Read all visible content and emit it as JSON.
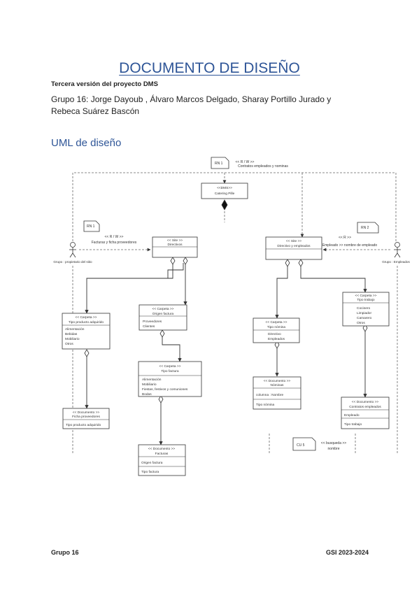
{
  "document": {
    "title": "DOCUMENTO DE DISEÑO",
    "subtitle": "Tercera versión del proyecto DMS",
    "authors_line1": "Grupo 16: Jorge Dayoub , Álvaro Marcos Delgado, Sharay Portillo Jurado y",
    "authors_line2": "Rebeca Suárez Bascón",
    "section_title": "UML de diseño"
  },
  "diagram": {
    "rn1_top": {
      "label": "RN 1",
      "caption1": "<< R / W >>",
      "caption2": "Contratos empleados y nominas"
    },
    "rn1_left": {
      "label": "RN 1",
      "caption1": "<< R / W >>",
      "caption2": "Facturas y  ficha proveedores"
    },
    "rn2": {
      "label": "RN 2",
      "caption": "Empleado >> nombre de empleado"
    },
    "cu5": {
      "label": "CU 5",
      "caption1": "<< busqueda >>",
      "caption2": "nombre"
    },
    "dms": {
      "stereotype": "<<DMS>>",
      "name": "Catering Pille"
    },
    "site_left": {
      "stereotype": "<< Site >>",
      "name": "Directivos"
    },
    "site_right": {
      "stereotype": "<< Site >>",
      "name": "Directivo y empleados"
    },
    "actor_left": {
      "label": "Grupo : propietario del sitio"
    },
    "actor_right": {
      "label": "Grupo : Empleados"
    },
    "carpeta_tipo_producto": {
      "stereotype": "<< Carpeta >>",
      "name": "Tipo producto adquirido",
      "items": [
        "Alimentación",
        "Bebidas",
        "Mobiliario",
        "Otros"
      ]
    },
    "carpeta_origen": {
      "stereotype": "<< Carpeta >>",
      "name": "Origen factura",
      "items": [
        "Proveedores",
        "Clientes"
      ]
    },
    "carpeta_tipo_factura": {
      "stereotype": "<< Carpeta >>",
      "name": "Tipo factura",
      "items": [
        "Alimentación",
        "Mobiliario",
        "Fiestas, festivos y comuniones",
        "Bodas"
      ]
    },
    "carpeta_tipo_nomina": {
      "stereotype": "<< Carpeta >>",
      "name": "Tipo nómina",
      "items": [
        "Directivo",
        "Empleados"
      ]
    },
    "carpeta_tipo_trabajo": {
      "stereotype": "<< Carpeta >>",
      "name": "Tipo trabajo",
      "items": [
        "Cocinero",
        "Limpiador",
        "Camarero",
        "Otros"
      ]
    },
    "doc_ficha": {
      "stereotype": "<< Documento >>",
      "name": "Ficha proveedores",
      "items": [
        "Tipo producto adquirido"
      ]
    },
    "doc_facturas": {
      "stereotype": "<< Documento >>",
      "name": "Facturas",
      "items": [
        "Origen factura",
        "Tipo factura"
      ]
    },
    "doc_nominas": {
      "stereotype": "<< Documento >>",
      "name": "Nóminas",
      "items": [
        "columna : Nombre",
        "Tipo nómina"
      ]
    },
    "doc_contratos": {
      "stereotype": "<< Documento >>",
      "name": "Contratos empleados",
      "items": [
        "Empleado",
        "Tipo trabajo"
      ]
    }
  },
  "footer": {
    "left": "Grupo 16",
    "right": "GSI 2023-2024"
  }
}
